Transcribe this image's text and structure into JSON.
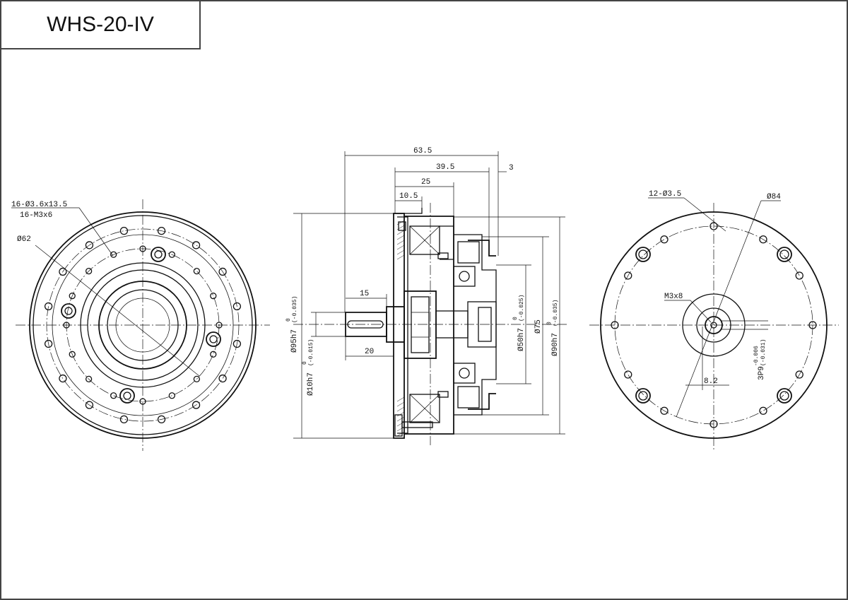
{
  "title": "WHS-20-IV",
  "front_view": {
    "labels": {
      "holes": "16-Ø3.6x13.5",
      "threads": "16-M3x6",
      "pitch_diameter": "Ø62"
    }
  },
  "side_view": {
    "labels": {
      "overall_length": "63.5",
      "length_b": "39.5",
      "length_c": "25",
      "length_d": "10.5",
      "offset": "3",
      "shaft_key": "15",
      "shaft_length": "20",
      "outer_diameter": "Ø95h7",
      "outer_tol": "(-0.035)",
      "shaft_diameter": "Ø10h7",
      "shaft_tol": "(-0.015)",
      "hub_diameter": "Ø50h7",
      "hub_tol": "(-0.025)",
      "mid_diameter": "Ø75",
      "flange_diameter": "Ø90h7",
      "flange_tol": "(-0.035)",
      "tol_zero": "0"
    }
  },
  "rear_view": {
    "labels": {
      "holes": "12-Ø3.5",
      "pitch_diameter": "Ø84",
      "thread": "M3x8",
      "key_width": "3P9",
      "key_tol_upper": "-0.006",
      "key_tol_lower": "(-0.031)",
      "key_depth": "8.2"
    }
  }
}
